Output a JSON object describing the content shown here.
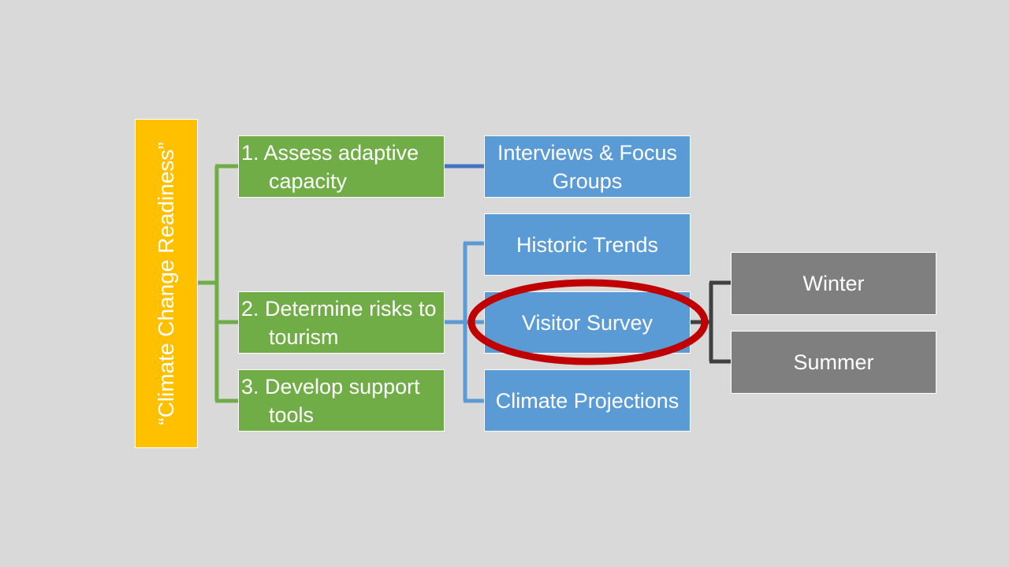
{
  "root": {
    "label": "“Climate Change Readiness”"
  },
  "level1": [
    {
      "label": "1. Assess adaptive capacity"
    },
    {
      "label": "2. Determine risks to tourism"
    },
    {
      "label": "3. Develop support tools"
    }
  ],
  "level2": [
    {
      "label": "Interviews & Focus Groups"
    },
    {
      "label": "Historic Trends"
    },
    {
      "label": "Visitor Survey",
      "highlighted": true
    },
    {
      "label": "Climate Projections"
    }
  ],
  "level3": [
    {
      "label": "Winter"
    },
    {
      "label": "Summer"
    }
  ],
  "colors": {
    "background": "#d9d9d9",
    "root": "#ffc000",
    "level1": "#70ad47",
    "level2": "#5b9bd5",
    "level3": "#7f7f7f",
    "highlight_ring": "#c00000",
    "connector_green": "#70ad47",
    "connector_blue": "#5b9bd5",
    "connector_blue_dark": "#4472c4",
    "connector_dark": "#404040"
  }
}
